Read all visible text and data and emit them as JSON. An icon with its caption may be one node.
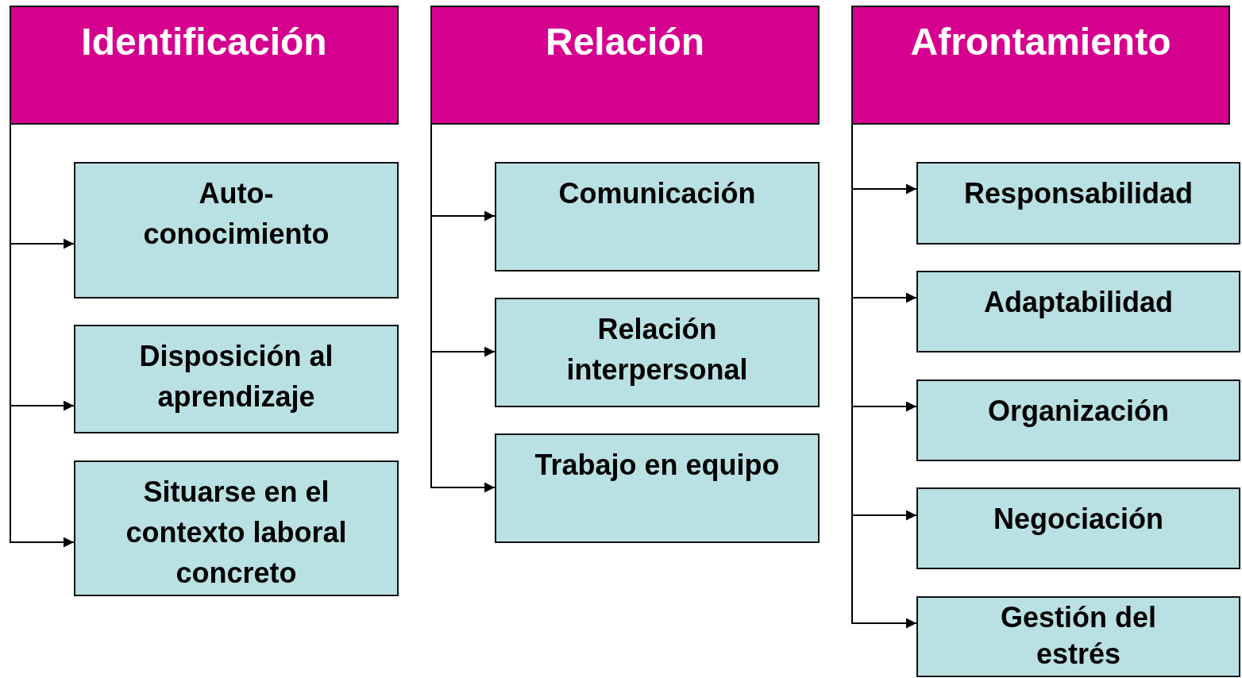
{
  "diagram": {
    "nodes": [
      {
        "text": [
          "Identificación"
        ]
      },
      {
        "text": [
          "Auto- conocimiento"
        ]
      },
      {
        "text": [
          "Disposición al aprendizaje"
        ]
      },
      {
        "text": [
          "Situarse en el contexto laboral concreto"
        ]
      },
      {
        "text": [
          "Relación"
        ]
      },
      {
        "text": [
          "Comunicación"
        ]
      },
      {
        "text": [
          "Relación interpersonal"
        ]
      },
      {
        "text": [
          "Trabajo en equipo"
        ]
      },
      {
        "text": [
          "Afrontamiento"
        ]
      },
      {
        "text": [
          "Responsabilidad"
        ]
      },
      {
        "text": [
          "Adaptabilidad"
        ]
      },
      {
        "text": [
          "Organización"
        ]
      },
      {
        "text": [
          "Negociación"
        ]
      },
      {
        "text": [
          "Gestión del estrés"
        ]
      }
    ],
    "edges": [
      {
        "from": 0,
        "to": 1,
        "arrow": "to"
      },
      {
        "from": 0,
        "to": 2,
        "arrow": "to"
      },
      {
        "from": 0,
        "to": 3,
        "arrow": "to"
      },
      {
        "from": 4,
        "to": 5,
        "arrow": "to"
      },
      {
        "from": 4,
        "to": 6,
        "arrow": "to"
      },
      {
        "from": 4,
        "to": 7,
        "arrow": "to"
      },
      {
        "from": 8,
        "to": 9,
        "arrow": "to"
      },
      {
        "from": 8,
        "to": 10,
        "arrow": "to"
      },
      {
        "from": 8,
        "to": 11,
        "arrow": "to"
      },
      {
        "from": 8,
        "to": 12,
        "arrow": "to"
      },
      {
        "from": 8,
        "to": 13,
        "arrow": "to"
      }
    ]
  }
}
